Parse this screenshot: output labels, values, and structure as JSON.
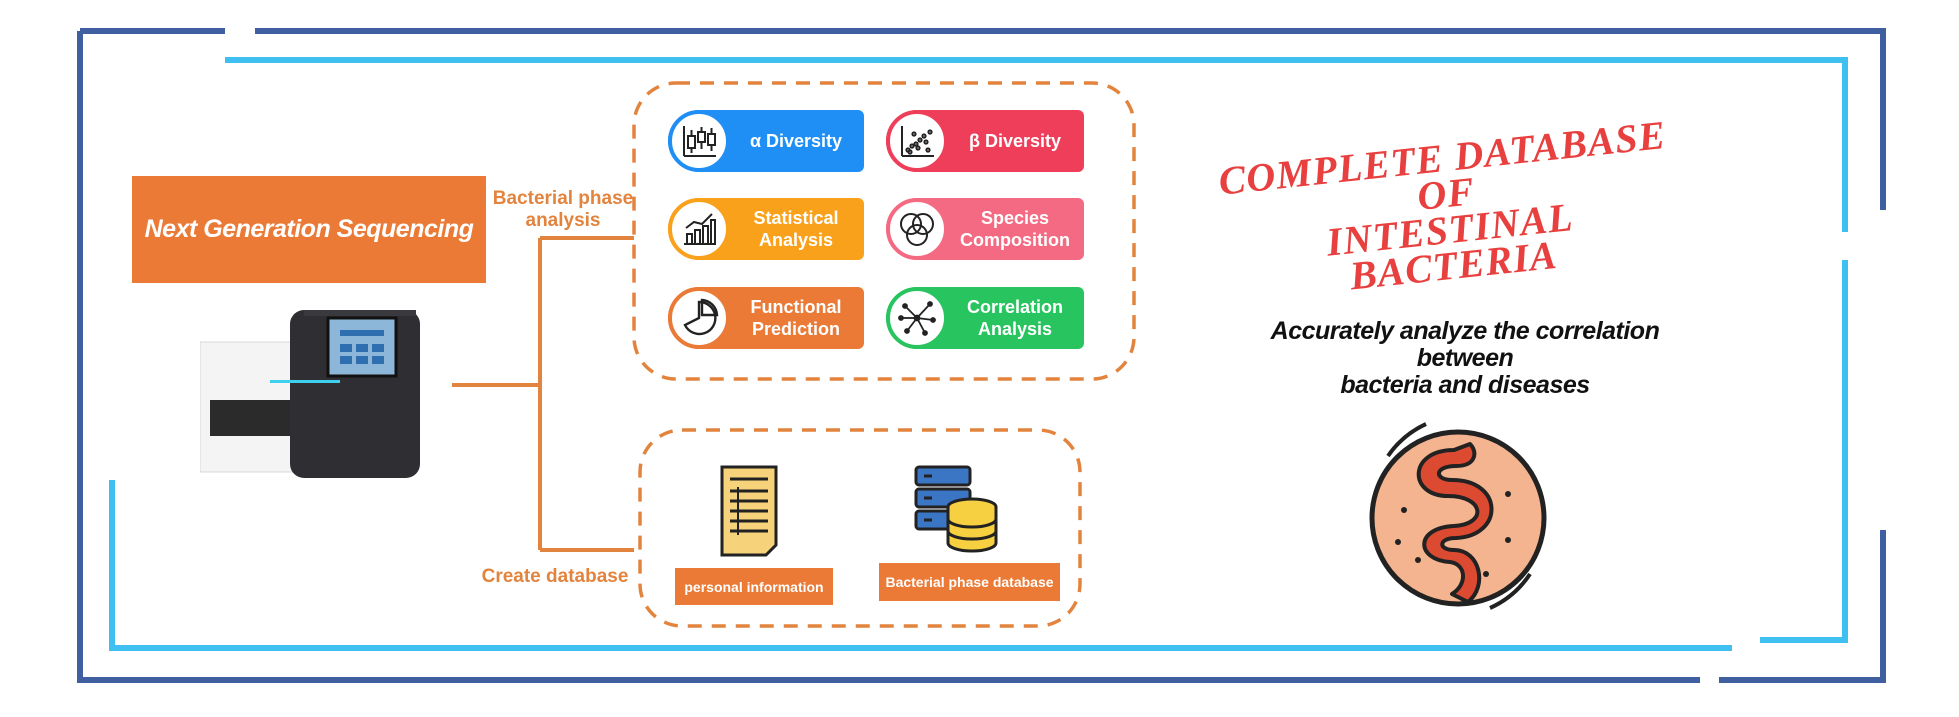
{
  "ngs": {
    "title": "Next Generation Sequencing"
  },
  "branches": {
    "phase": "Bacterial phase\nanalysis",
    "database": "Create database"
  },
  "analyses": [
    {
      "label": "α Diversity",
      "color": "#1f8ff5",
      "icon": "boxplot-icon"
    },
    {
      "label": "β Diversity",
      "color": "#ee3e5a",
      "icon": "scatter-plot-icon"
    },
    {
      "label": "Statistical\nAnalysis",
      "color": "#f9a11b",
      "icon": "trend-bar-chart-icon"
    },
    {
      "label": "Species\nComposition",
      "color": "#f56a83",
      "icon": "venn-diagram-icon"
    },
    {
      "label": "Functional\nPrediction",
      "color": "#ea7a35",
      "icon": "pie-chart-icon"
    },
    {
      "label": "Correlation\nAnalysis",
      "color": "#28c45f",
      "icon": "network-icon"
    }
  ],
  "database_items": [
    {
      "label": "personal information",
      "icon": "document-icon"
    },
    {
      "label": "Bacterial phase database",
      "icon": "server-database-icon"
    }
  ],
  "right": {
    "headline": "COMPLETE DATABASE\nOF\nINTESTINAL BACTERIA",
    "subline": "Accurately analyze the correlation\nbetween\nbacteria and diseases",
    "icon": "intestine-icon"
  },
  "colors": {
    "frame_dark": "#3f5fa0",
    "frame_light": "#3fc0f0",
    "accent_orange": "#ea7a35",
    "headline_red": "#e8403f"
  }
}
